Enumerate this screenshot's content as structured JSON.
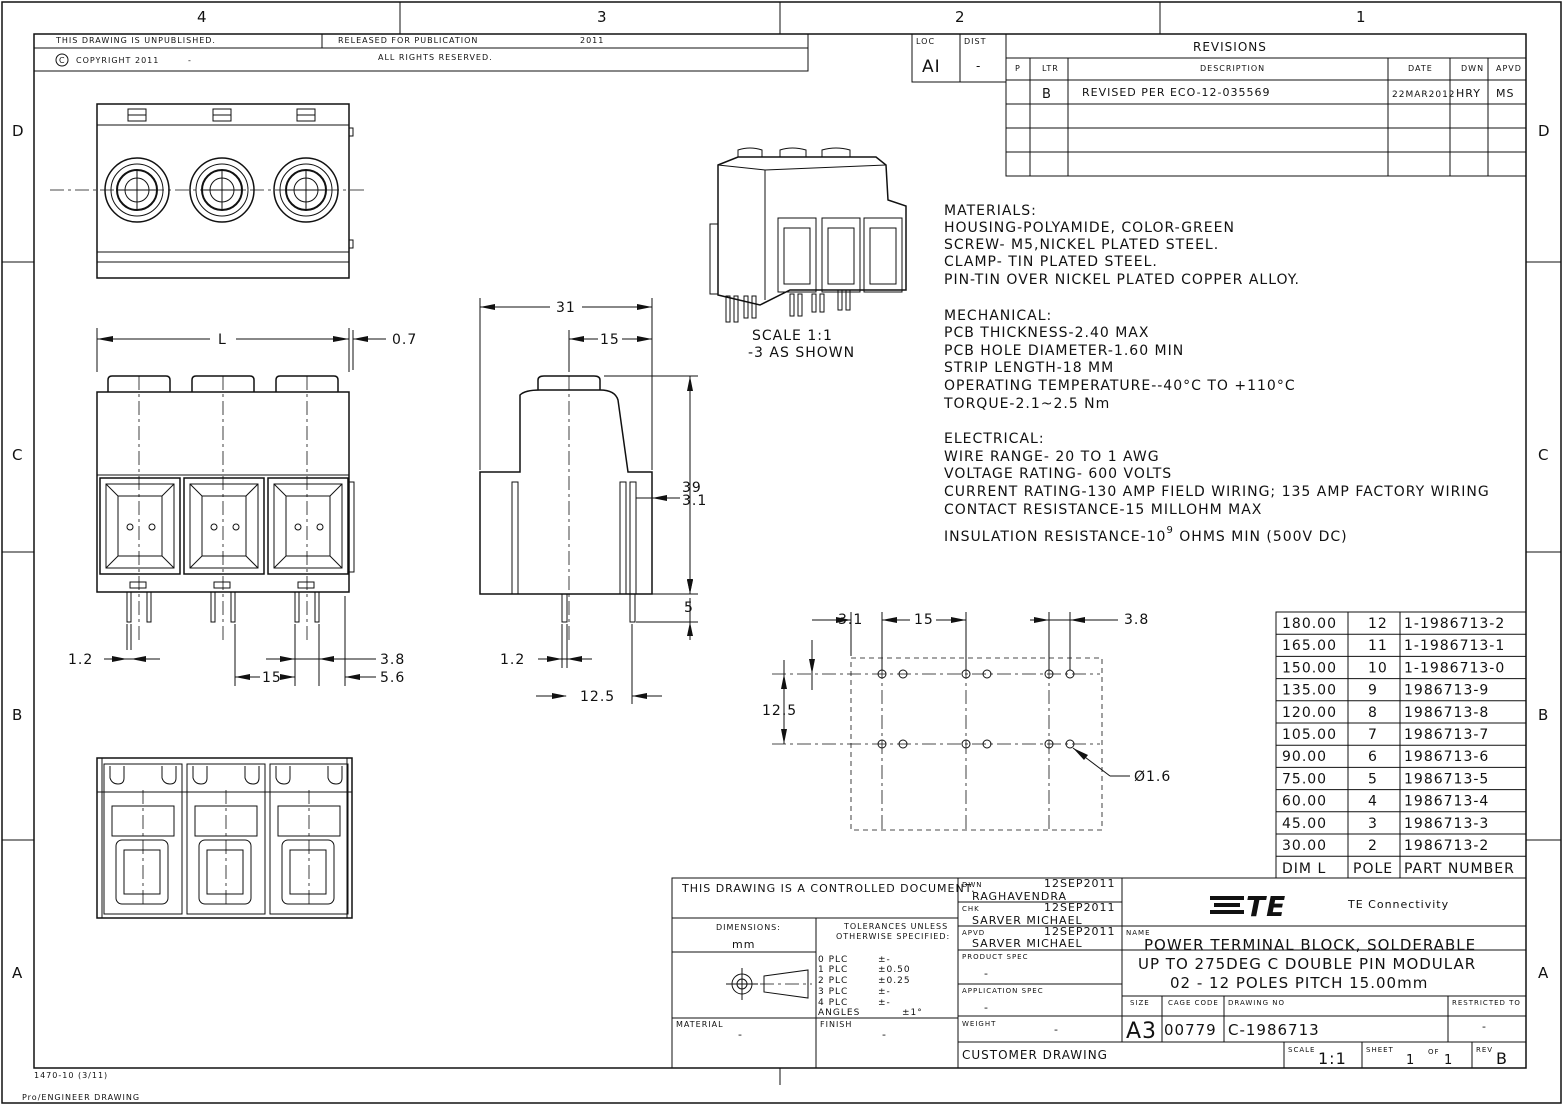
{
  "zones": {
    "top": [
      "4",
      "3",
      "2",
      "1"
    ],
    "side": [
      "D",
      "C",
      "B",
      "A"
    ]
  },
  "header": {
    "unpublished": "THIS DRAWING IS UNPUBLISHED.",
    "released": "RELEASED FOR PUBLICATION",
    "year": "2011",
    "copyright": "COPYRIGHT 2011",
    "copyright_dash": "-",
    "rights": "ALL RIGHTS RESERVED.",
    "copyright_symbol": "C"
  },
  "loc_dist": {
    "loc_label": "LOC",
    "loc_value": "AI",
    "dist_label": "DIST",
    "dist_value": "-"
  },
  "revisions": {
    "title": "REVISIONS",
    "headers": {
      "p": "P",
      "ltr": "LTR",
      "desc": "DESCRIPTION",
      "date": "DATE",
      "dwn": "DWN",
      "apvd": "APVD"
    },
    "row": {
      "ltr": "B",
      "desc": "REVISED PER ECO-12-035569",
      "date": "22MAR2012",
      "dwn": "HRY",
      "apvd": "MS"
    }
  },
  "scale_note": {
    "line1": "SCALE  1:1",
    "line2": "-3 AS SHOWN"
  },
  "notes": {
    "materials": [
      "MATERIALS:",
      "HOUSING-POLYAMIDE, COLOR-GREEN",
      "SCREW- M5,NICKEL PLATED STEEL.",
      "CLAMP- TIN PLATED STEEL.",
      "PIN-TIN OVER NICKEL PLATED COPPER ALLOY."
    ],
    "mechanical": [
      "MECHANICAL:",
      "PCB THICKNESS-2.40 MAX",
      "PCB HOLE DIAMETER-1.60 MIN",
      "STRIP LENGTH-18 MM",
      "OPERATING TEMPERATURE--40°C TO +110°C",
      "TORQUE-2.1~2.5 Nm"
    ],
    "electrical": [
      "ELECTRICAL:",
      "WIRE RANGE- 20 TO 1 AWG",
      "VOLTAGE RATING- 600 VOLTS",
      "CURRENT RATING-130 AMP FIELD WIRING; 135 AMP FACTORY WIRING",
      "CONTACT RESISTANCE-15 MILLOHM MAX"
    ],
    "insulation_a": "INSULATION RESISTANCE-10",
    "insulation_exp": "9",
    "insulation_b": " OHMS MIN (500V DC)"
  },
  "dims": {
    "L": "L",
    "d07": "0.7",
    "d12a": "1.2",
    "d15a": "15",
    "d38a": "3.8",
    "d56": "5.6",
    "d31": "31",
    "d15b": "15",
    "d39": "39",
    "d31b": "3.1",
    "d5": "5",
    "d12b": "1.2",
    "d125a": "12.5",
    "d31c": "3.1",
    "d15c": "15",
    "d38b": "3.8",
    "d125b": "12.5",
    "d16": "Ø1.6"
  },
  "part_table": {
    "rows": [
      [
        "180.00",
        "12",
        "1-1986713-2"
      ],
      [
        "165.00",
        "11",
        "1-1986713-1"
      ],
      [
        "150.00",
        "10",
        "1-1986713-0"
      ],
      [
        "135.00",
        "9",
        "1986713-9"
      ],
      [
        "120.00",
        "8",
        "1986713-8"
      ],
      [
        "105.00",
        "7",
        "1986713-7"
      ],
      [
        "90.00",
        "6",
        "1986713-6"
      ],
      [
        "75.00",
        "5",
        "1986713-5"
      ],
      [
        "60.00",
        "4",
        "1986713-4"
      ],
      [
        "45.00",
        "3",
        "1986713-3"
      ],
      [
        "30.00",
        "2",
        "1986713-2"
      ]
    ],
    "headers": [
      "DIM L",
      "POLE",
      "PART NUMBER"
    ]
  },
  "title_block": {
    "controlled": "THIS DRAWING IS A CONTROLLED DOCUMENT.",
    "dwn_label": "DWN",
    "dwn_date": "12SEP2011",
    "dwn_name": "RAGHAVENDRA",
    "chk_label": "CHK",
    "chk_date": "12SEP2011",
    "chk_name": "SARVER MICHAEL",
    "apvd_label": "APVD",
    "apvd_date": "12SEP2011",
    "apvd_name": "SARVER MICHAEL",
    "dimensions_label": "DIMENSIONS:",
    "dimensions_value": "mm",
    "tol_line1": "TOLERANCES UNLESS",
    "tol_line2": "OTHERWISE SPECIFIED:",
    "tol_rows": [
      [
        "0 PLC",
        "±-"
      ],
      [
        "1 PLC",
        "±0.50"
      ],
      [
        "2 PLC",
        "±0.25"
      ],
      [
        "3 PLC",
        "±-"
      ],
      [
        "4 PLC",
        "±-"
      ]
    ],
    "angles_label": "ANGLES",
    "angles_value": "±1°",
    "material_label": "MATERIAL",
    "material_value": "-",
    "finish_label": "FINISH",
    "finish_value": "-",
    "product_spec_label": "PRODUCT SPEC",
    "product_spec_value": "-",
    "app_spec_label": "APPLICATION SPEC",
    "app_spec_value": "-",
    "weight_label": "WEIGHT",
    "weight_value": "-",
    "customer": "CUSTOMER DRAWING",
    "company": "TE Connectivity",
    "logo": "TE",
    "name_label": "NAME",
    "name_lines": [
      "POWER TERMINAL BLOCK, SOLDERABLE",
      "UP TO 275DEG C DOUBLE PIN MODULAR",
      "02 - 12 POLES PITCH 15.00mm"
    ],
    "size_label": "SIZE",
    "size_value": "A3",
    "cage_label": "CAGE CODE",
    "cage_value": "00779",
    "dwg_label": "DRAWING NO",
    "dwg_value": "C-1986713",
    "restricted_label": "RESTRICTED TO",
    "restricted_value": "-",
    "scale_label": "SCALE",
    "scale_value": "1:1",
    "sheet_label": "SHEET",
    "sheet_value": "1",
    "of_label": "OF",
    "of_value": "1",
    "rev_label": "REV",
    "rev_value": "B"
  },
  "footer": {
    "form": "1470-10 (3/11)",
    "software": "Pro/ENGINEER DRAWING"
  }
}
